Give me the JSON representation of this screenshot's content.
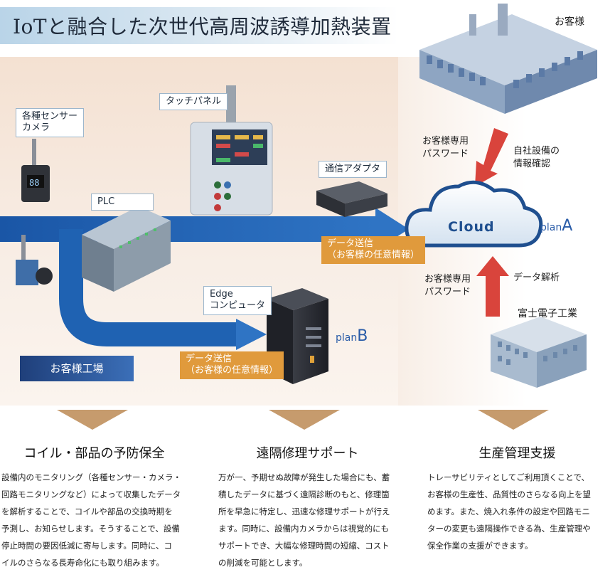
{
  "title": "IoTと融合した次世代高周波誘導加熱装置",
  "customer": {
    "label": "お客様"
  },
  "labels": {
    "sensor": [
      "各種センサー",
      "カメラ"
    ],
    "touch_panel": "タッチパネル",
    "plc": "PLC",
    "adapter": "通信アダプタ",
    "edge": [
      "Edge",
      "コンピュータ"
    ],
    "cloud": "Cloud",
    "plan_a_prefix": "plan",
    "plan_a_letter": "A",
    "plan_b_prefix": "plan",
    "plan_b_letter": "B",
    "data_send_a": [
      "データ送信",
      "（お客様の任意情報）"
    ],
    "data_send_b": [
      "データ送信",
      "（お客様の任意情報）"
    ],
    "pw_top": [
      "お客様専用",
      "パスワード"
    ],
    "own_equipment": [
      "自社設備の",
      "情報確認"
    ],
    "pw_bottom": [
      "お客様専用",
      "パスワード"
    ],
    "data_analysis": "データ解析",
    "fuji": "富士電子工業",
    "factory": "お客様工場"
  },
  "columns": [
    {
      "title": "コイル・部品の予防保全",
      "lines": [
        "設備内のモニタリング（各種センサー・カメラ・",
        "回路モニタリングなど）によって収集したデータ",
        "を解析することで、コイルや部品の交換時期を",
        "予測し、お知らせします。そうすることで、設備",
        "停止時間の要因低減に寄与します。同時に、コ",
        "イルのさらなる長寿命化にも取り組みます。"
      ]
    },
    {
      "title": "遠隔修理サポート",
      "lines": [
        "万が一、予期せぬ故障が発生した場合にも、蓄",
        "積したデータに基づく遠隔診断のもと、修理箇",
        "所を早急に特定し、迅速な修理サポートが行え",
        "ます。同時に、設備内カメラからは視覚的にも",
        "サポートでき、大幅な修理時間の短縮、コスト",
        "の削減を可能とします。"
      ]
    },
    {
      "title": "生産管理支援",
      "lines": [
        "トレーサビリティとしてご利用頂くことで、",
        "お客様の生産性、品質性のさらなる向上を望",
        "めます。また、焼入れ条件の設定や回路モニ",
        "ターの変更も遠隔操作できる為、生産管理や",
        "保全作業の支援ができます。"
      ]
    }
  ],
  "colors": {
    "arrow_blue": "#1e5fae",
    "arrow_red": "#d9443c",
    "orange": "#e09a3c",
    "bottom_triangle": "#c69b6d"
  }
}
